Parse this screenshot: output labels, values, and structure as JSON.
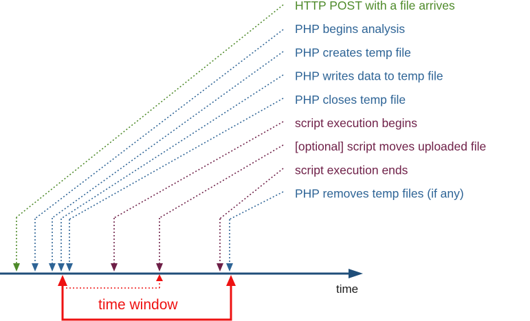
{
  "colors": {
    "green": "#4e8a2a",
    "blue": "#2e6496",
    "maroon": "#6e1f47",
    "axis": "#1f4e79",
    "red": "#ee1111",
    "axis_text": "#1a1a1a"
  },
  "events": [
    {
      "label": "HTTP POST with a file arrives",
      "color": "green"
    },
    {
      "label": "PHP begins analysis",
      "color": "blue"
    },
    {
      "label": "PHP creates temp file",
      "color": "blue"
    },
    {
      "label": "PHP writes data to temp file",
      "color": "blue"
    },
    {
      "label": "PHP closes temp file",
      "color": "blue"
    },
    {
      "label": "script execution begins",
      "color": "maroon"
    },
    {
      "label": "[optional] script moves uploaded file",
      "color": "maroon"
    },
    {
      "label": "script execution ends",
      "color": "maroon"
    },
    {
      "label": "PHP removes temp files (if any)",
      "color": "blue"
    }
  ],
  "axis": {
    "label": "time"
  },
  "time_window": {
    "label": "time window"
  }
}
